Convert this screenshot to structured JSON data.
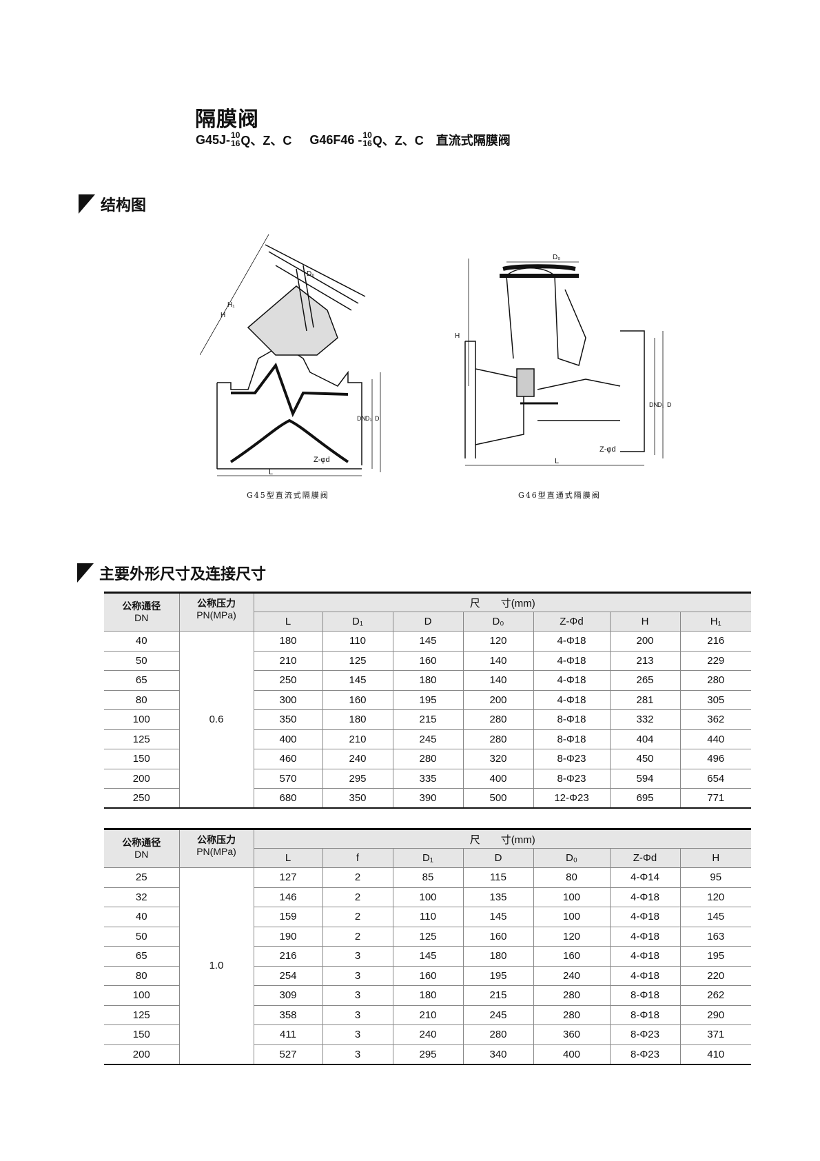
{
  "title": "隔膜阀",
  "subtitle": {
    "model1": "G45J-",
    "frac_top": "10",
    "frac_bottom": "16",
    "suffix1": "Q、Z、C",
    "model2": "G46F46 -",
    "suffix2": "Q、Z、C",
    "desc": "直流式隔膜阀"
  },
  "section1": "结构图",
  "figures": [
    {
      "caption": "G45型直流式隔膜阀",
      "labels": {
        "d0": "D₀",
        "h": "H",
        "h1": "H₁",
        "dn": "DN",
        "d1": "D₁",
        "d": "D",
        "l": "L",
        "zd": "Z-φd"
      }
    },
    {
      "caption": "G46型直通式隔膜阀",
      "labels": {
        "d0": "D₀",
        "h": "H",
        "dn": "DN",
        "d1": "D₁",
        "d": "D",
        "l": "L",
        "zd": "Z-φd"
      }
    }
  ],
  "section2": "主要外形尺寸及连接尺寸",
  "table1": {
    "h_dn": [
      "公称通径",
      "DN"
    ],
    "h_pn": [
      "公称压力",
      "PN(MPa)"
    ],
    "h_dim": "尺　　寸(mm)",
    "cols": [
      "L",
      "D₁",
      "D",
      "D₀",
      "Z-Φd",
      "H",
      "H₁"
    ],
    "pn": "0.6",
    "rows": [
      [
        "40",
        "180",
        "110",
        "145",
        "120",
        "4-Φ18",
        "200",
        "216"
      ],
      [
        "50",
        "210",
        "125",
        "160",
        "140",
        "4-Φ18",
        "213",
        "229"
      ],
      [
        "65",
        "250",
        "145",
        "180",
        "140",
        "4-Φ18",
        "265",
        "280"
      ],
      [
        "80",
        "300",
        "160",
        "195",
        "200",
        "4-Φ18",
        "281",
        "305"
      ],
      [
        "100",
        "350",
        "180",
        "215",
        "280",
        "8-Φ18",
        "332",
        "362"
      ],
      [
        "125",
        "400",
        "210",
        "245",
        "280",
        "8-Φ18",
        "404",
        "440"
      ],
      [
        "150",
        "460",
        "240",
        "280",
        "320",
        "8-Φ23",
        "450",
        "496"
      ],
      [
        "200",
        "570",
        "295",
        "335",
        "400",
        "8-Φ23",
        "594",
        "654"
      ],
      [
        "250",
        "680",
        "350",
        "390",
        "500",
        "12-Φ23",
        "695",
        "771"
      ]
    ]
  },
  "table2": {
    "h_dn": [
      "公称通径",
      "DN"
    ],
    "h_pn": [
      "公称压力",
      "PN(MPa)"
    ],
    "h_dim": "尺　　寸(mm)",
    "cols": [
      "L",
      "f",
      "D₁",
      "D",
      "D₀",
      "Z-Φd",
      "H"
    ],
    "pn": "1.0",
    "rows": [
      [
        "25",
        "127",
        "2",
        "85",
        "115",
        "80",
        "4-Φ14",
        "95"
      ],
      [
        "32",
        "146",
        "2",
        "100",
        "135",
        "100",
        "4-Φ18",
        "120"
      ],
      [
        "40",
        "159",
        "2",
        "110",
        "145",
        "100",
        "4-Φ18",
        "145"
      ],
      [
        "50",
        "190",
        "2",
        "125",
        "160",
        "120",
        "4-Φ18",
        "163"
      ],
      [
        "65",
        "216",
        "3",
        "145",
        "180",
        "160",
        "4-Φ18",
        "195"
      ],
      [
        "80",
        "254",
        "3",
        "160",
        "195",
        "240",
        "4-Φ18",
        "220"
      ],
      [
        "100",
        "309",
        "3",
        "180",
        "215",
        "280",
        "8-Φ18",
        "262"
      ],
      [
        "125",
        "358",
        "3",
        "210",
        "245",
        "280",
        "8-Φ18",
        "290"
      ],
      [
        "150",
        "411",
        "3",
        "240",
        "280",
        "360",
        "8-Φ23",
        "371"
      ],
      [
        "200",
        "527",
        "3",
        "295",
        "340",
        "400",
        "8-Φ23",
        "410"
      ]
    ]
  }
}
